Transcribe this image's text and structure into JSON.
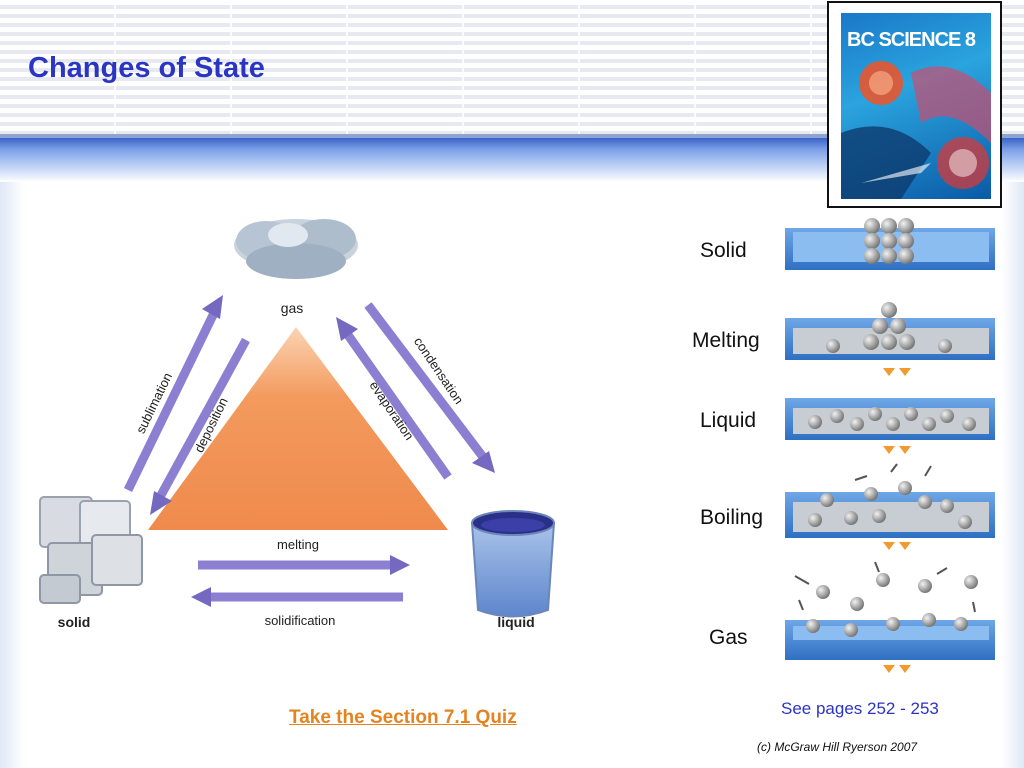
{
  "slide": {
    "title": "Changes of State",
    "book_title": "BC SCIENCE 8",
    "quiz_link": "Take the Section 7.1 Quiz",
    "pages_note": "See pages 252 - 253",
    "copyright": "(c) McGraw Hill Ryerson 2007"
  },
  "diagram": {
    "gas_label": "gas",
    "solid_label": "solid",
    "liquid_label": "liquid",
    "arrows": {
      "sublimation": "sublimation",
      "deposition": "deposition",
      "condensation": "condensation",
      "evaporation": "evaporation",
      "melting": "melting",
      "solidification": "solidification"
    }
  },
  "states": [
    "Solid",
    "Melting",
    "Liquid",
    "Boiling",
    "Gas"
  ],
  "colors": {
    "title": "#2b35c4",
    "link": "#e58320",
    "arrow": "#8c7fd1",
    "triangle": "#f08a4b"
  }
}
